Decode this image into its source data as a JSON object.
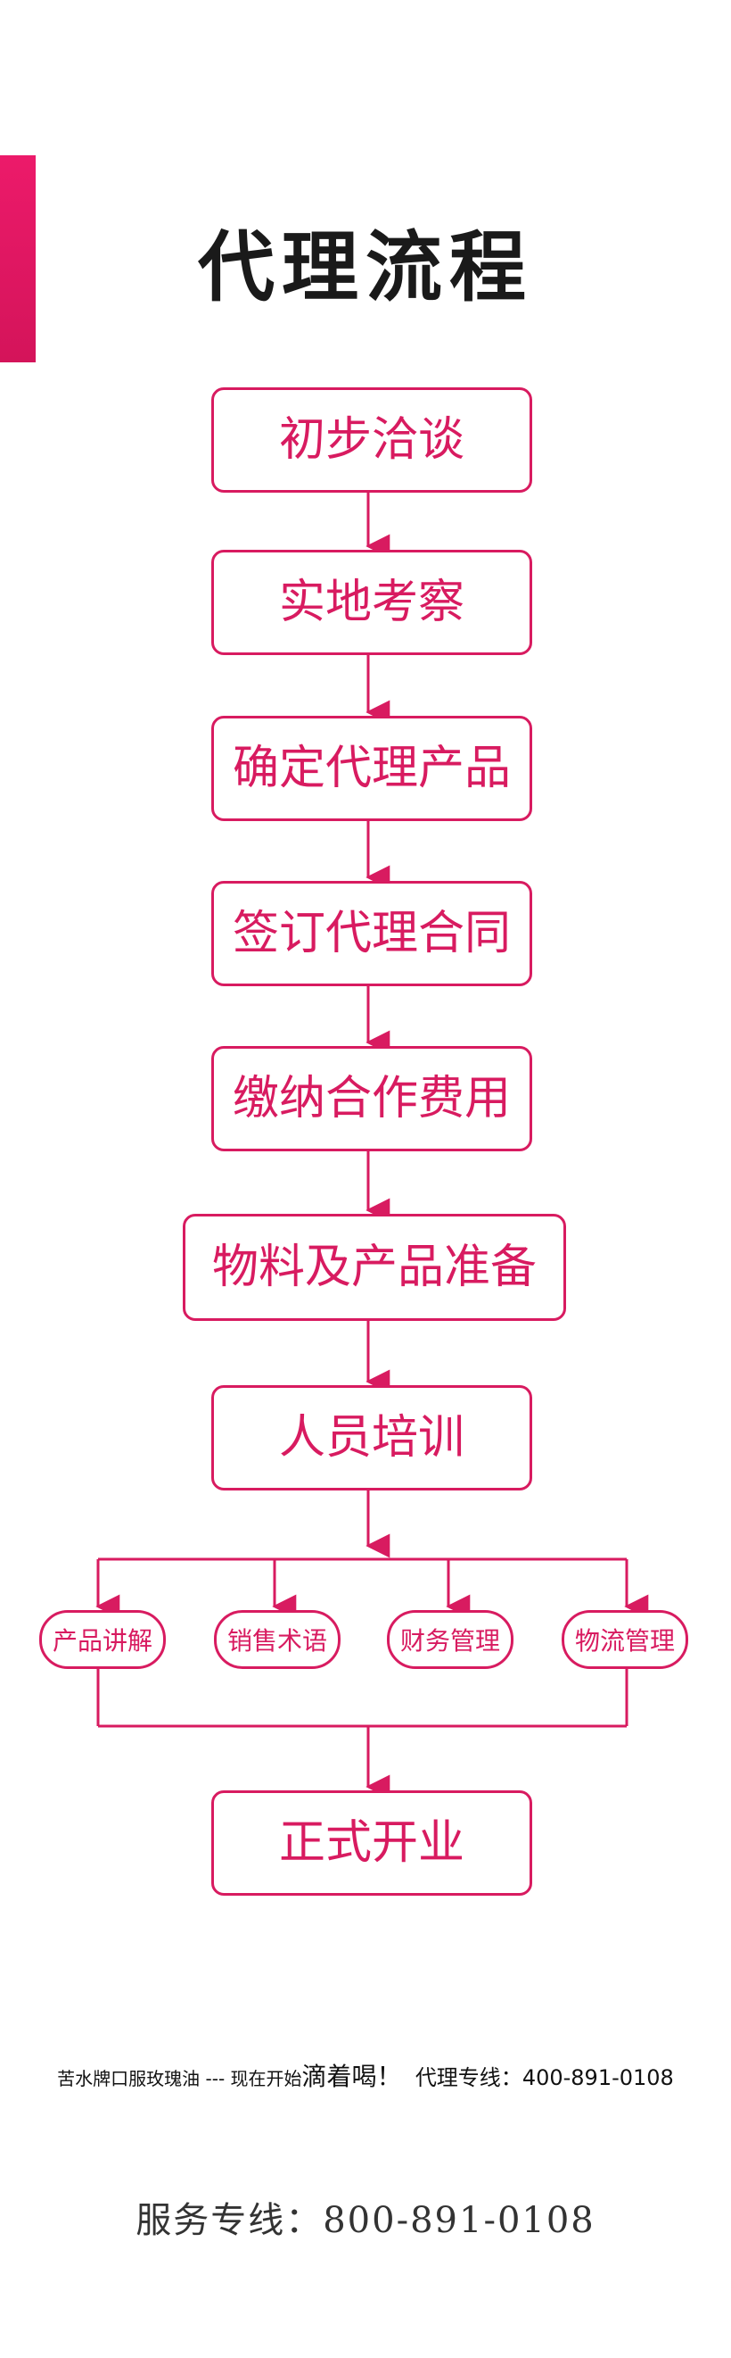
{
  "title": "代理流程",
  "colors": {
    "accent": "#d81b60",
    "text": "#1a1a1a"
  },
  "steps": [
    {
      "label": "初步洽谈"
    },
    {
      "label": "实地考察"
    },
    {
      "label": "确定代理产品"
    },
    {
      "label": "签订代理合同"
    },
    {
      "label": "缴纳合作费用"
    },
    {
      "label": "物料及产品准备"
    },
    {
      "label": "人员培训"
    }
  ],
  "training_items": [
    {
      "label": "产品讲解"
    },
    {
      "label": "销售术语"
    },
    {
      "label": "财务管理"
    },
    {
      "label": "物流管理"
    }
  ],
  "final_step": {
    "label": "正式开业"
  },
  "footer": {
    "brand_text": "苦水牌口服玫瑰油 --- 现在开始",
    "slogan": "滴着喝！",
    "hotline_label": "代理专线：",
    "hotline_number": "400-891-0108"
  },
  "service": {
    "label": "服务专线：",
    "number": "800-891-0108"
  },
  "icons": {
    "arrow": "arrow-down-icon"
  }
}
